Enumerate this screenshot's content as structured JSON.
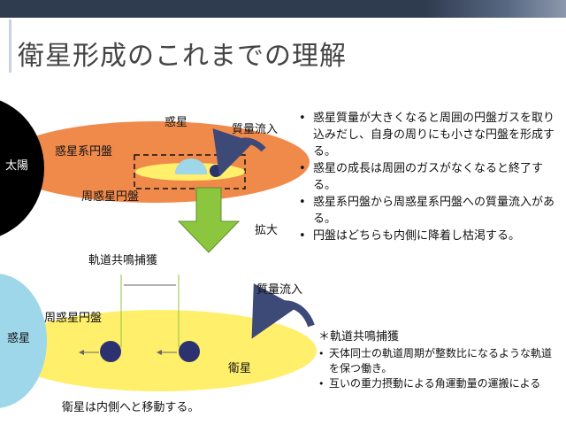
{
  "title": "衛星形成のこれまでの理解",
  "upper": {
    "sun_label": "太陽",
    "planet_disk_label": "惑星系円盤",
    "circumplanetary_disk_label": "周惑星円盤",
    "planet_label": "惑星",
    "mass_inflow_label": "質量流入",
    "zoom_label": "拡大"
  },
  "lower": {
    "resonance_label": "軌道共鳴捕獲",
    "mass_inflow_label": "質量流入",
    "circumplanetary_disk_label": "周惑星円盤",
    "planet_label": "惑星",
    "satellite_label": "衛星",
    "migration_caption": "衛星は内側へと移動する。"
  },
  "bullets": [
    "惑星質量が大きくなると周囲の円盤ガスを取り込みだし、自身の周りにも小さな円盤を形成する。",
    "惑星の成長は周囲のガスがなくなると終了する。",
    "惑星系円盤から周惑星系円盤への質量流入がある。",
    "円盤はどちらも内側に降着し枯渇する。"
  ],
  "notes": {
    "heading": "＊軌道共鳴捕獲",
    "items": [
      "天体同士の軌道周期が整数比になるような軌道を保つ働き。",
      "互いの重力摂動による角運動量の運搬による"
    ]
  },
  "colors": {
    "header_bar": "#2f3b4e",
    "sun": "#000000",
    "planetary_disk": "#f08a4b",
    "circumplanetary_disk": "#ffef6b",
    "planet": "#9fd7ea",
    "satellite": "#2c3270",
    "zoom_arrow": "#8cc63f",
    "inflow_arrow": "#3d4a78"
  }
}
